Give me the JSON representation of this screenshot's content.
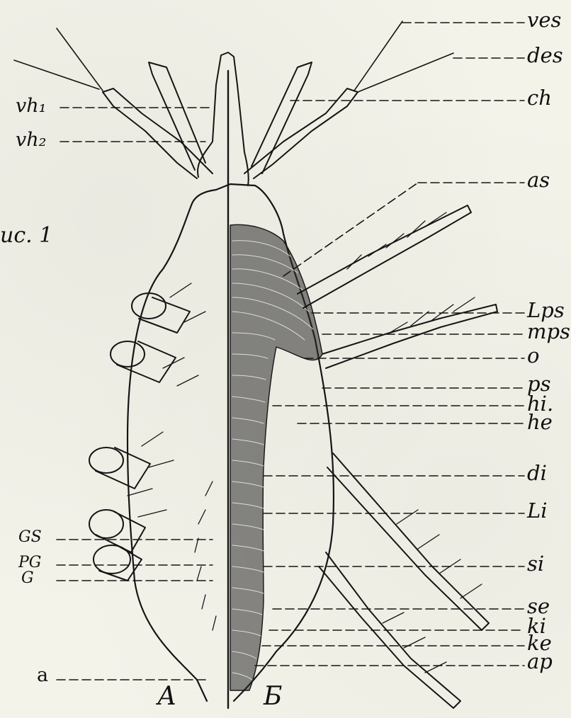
{
  "figure": {
    "fig_label": "ис. 1",
    "panel_left": "А",
    "panel_right": "Б",
    "labels_right": [
      "ves",
      "des",
      "ch",
      "as",
      "Lps",
      "mps",
      "o",
      "ps",
      "hi.",
      "he",
      "di",
      "Li",
      "si",
      "se",
      "ki",
      "ke",
      "ap"
    ],
    "labels_left": [
      "vh₁",
      "vh₂",
      "GS",
      "PG",
      "G",
      "a"
    ]
  },
  "colors": {
    "ink": "#151515",
    "paper": "#f4f3ea"
  }
}
